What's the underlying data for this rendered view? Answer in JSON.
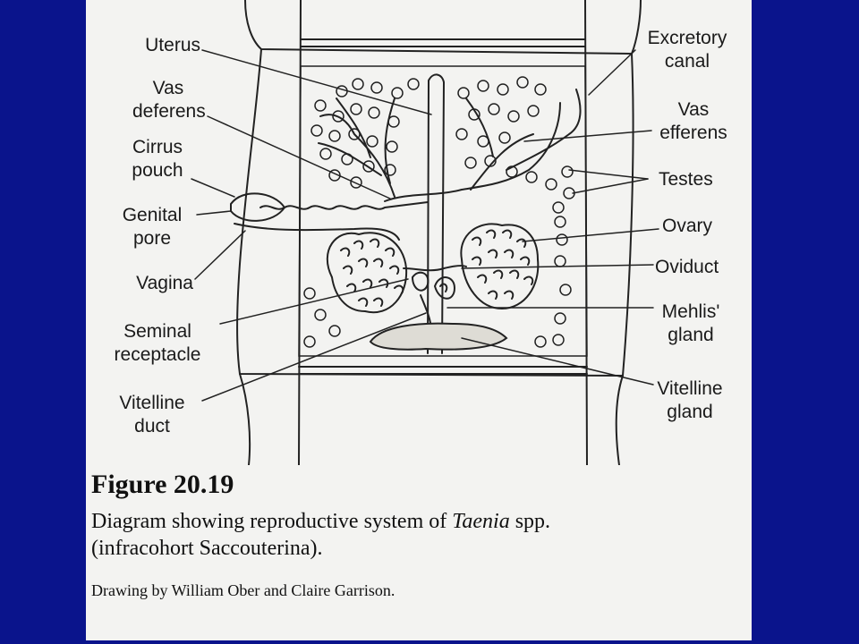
{
  "labels": {
    "uterus": "Uterus",
    "vas_deferens": "Vas\ndeferens",
    "cirrus_pouch": "Cirrus\npouch",
    "genital_pore": "Genital\npore",
    "vagina": "Vagina",
    "seminal_receptacle": "Seminal\nreceptacle",
    "vitelline_duct": "Vitelline\nduct",
    "excretory_canal": "Excretory\ncanal",
    "vas_efferens": "Vas\nefferens",
    "testes": "Testes",
    "ovary": "Ovary",
    "oviduct": "Oviduct",
    "mehlis_gland": "Mehlis'\ngland",
    "vitelline_gland": "Vitelline\ngland"
  },
  "figure": {
    "title": "Figure 20.19",
    "caption_prefix": "Diagram showing reproductive system of ",
    "caption_genus": "Taenia",
    "caption_suffix": " spp.\n(infracohort Saccouterina).",
    "credit": "Drawing by William Ober and Claire Garrison."
  },
  "colors": {
    "background": "#0a148c",
    "page": "#f3f3f1",
    "ink": "#1a1a1a"
  }
}
